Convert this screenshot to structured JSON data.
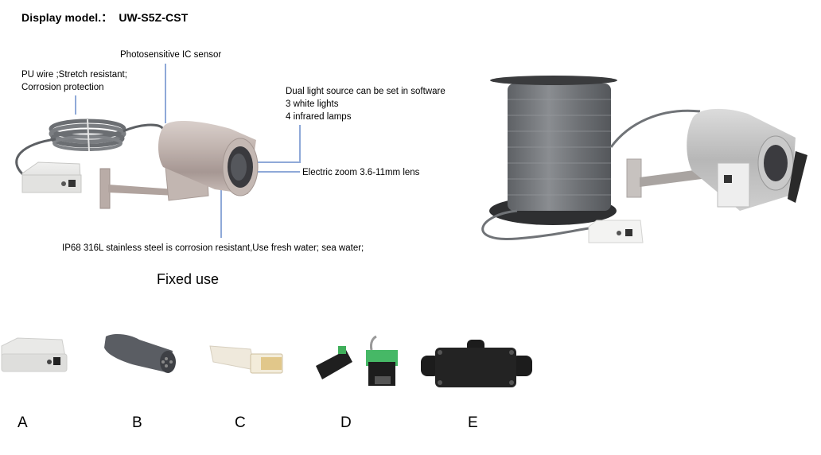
{
  "header": {
    "label": "Display model.：",
    "model": "UW-S5Z-CST"
  },
  "annotations": {
    "sensor": "Photosensitive IC sensor",
    "wire_line1": "PU wire ;Stretch resistant;",
    "wire_line2": "Corrosion protection",
    "light_line1": "Dual light source can be set in software",
    "light_line2": "3 white lights",
    "light_line3": "4 infrared lamps",
    "lens": "Electric zoom 3.6-11mm lens",
    "housing": "IP68 316L stainless steel is corrosion resistant,Use fresh water; sea water;"
  },
  "caption": "Fixed use",
  "accessories": [
    {
      "letter": "A",
      "icon": "junction-box-icon"
    },
    {
      "letter": "B",
      "icon": "waterproof-connector-icon"
    },
    {
      "letter": "C",
      "icon": "rj45-plug-icon"
    },
    {
      "letter": "D",
      "icon": "dc-terminal-adapter-icon"
    },
    {
      "letter": "E",
      "icon": "waterproof-junction-box-icon"
    }
  ],
  "colors": {
    "leader_line": "#8fa9d8",
    "steel": "#b8aaa4",
    "cable": "#6b6e72"
  }
}
